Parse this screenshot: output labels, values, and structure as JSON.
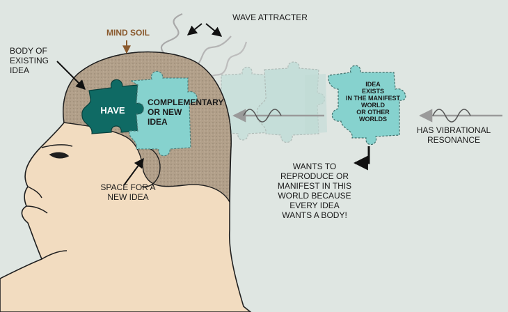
{
  "labels": {
    "wave_attracter": "WAVE ATTRACTER",
    "mind_soil": "MIND SOIL",
    "body_of_existing_idea": "BODY OF\nEXISTING\nIDEA",
    "have": "HAVE",
    "complementary": "COMPLEMENTARY\nOR NEW\nIDEA",
    "space_for_new_idea": "SPACE FOR A\nNEW IDEA",
    "idea_exists": "IDEA\nEXISTS\nIN THE MANIFEST\nWORLD\nOR OTHER\nWORLDS",
    "has_vibrational_resonance": "HAS VIBRATIONAL\nRESONANCE",
    "wants_to_reproduce": "WANTS TO\nREPRODUCE OR\nMANIFEST IN THIS\nWORLD BECAUSE\nEVERY IDEA\nWANTS A BODY!"
  },
  "colors": {
    "background": "#dfe6e2",
    "skin": "#f2dcc0",
    "soil": "#b2a08a",
    "piece_dark": "#0f6a64",
    "piece_light": "#86d2ce",
    "piece_ghost": "#b9dcd6",
    "mind_soil_text": "#8a5a2e"
  }
}
